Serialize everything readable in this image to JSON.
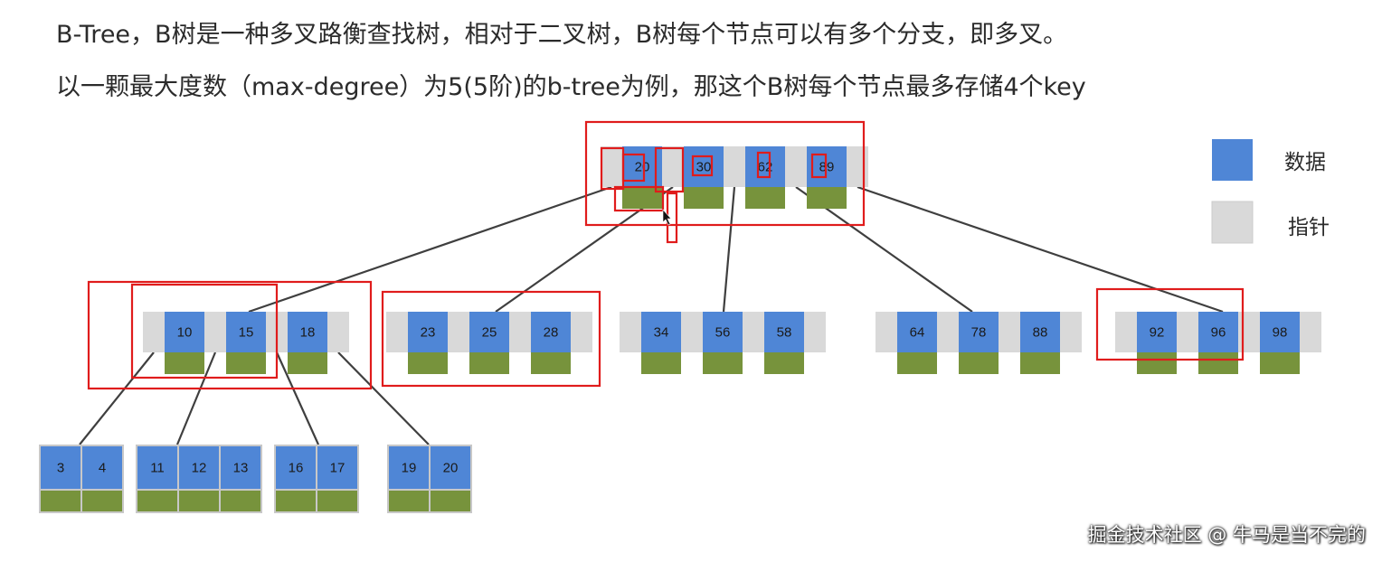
{
  "intro": {
    "line1": "B-Tree，B树是一种多叉路衡查找树，相对于二叉树，B树每个节点可以有多个分支，即多叉。",
    "line2": "以一颗最大度数（max-degree）为5(5阶)的b-tree为例，那这个B树每个节点最多存储4个key"
  },
  "legend": {
    "data_label": "数据",
    "pointer_label": "指针",
    "data_color": "#4f86d6",
    "pointer_color": "#d9d9d9"
  },
  "colors": {
    "key": "#4f86d6",
    "data_block": "#77933c",
    "pointer": "#d9d9d9",
    "highlight": "#e01c1c",
    "edge": "#3f3f3f"
  },
  "tree": {
    "root": [
      "20",
      "30",
      "62",
      "89"
    ],
    "level2": [
      [
        "10",
        "15",
        "18"
      ],
      [
        "23",
        "25",
        "28"
      ],
      [
        "34",
        "56",
        "58"
      ],
      [
        "64",
        "78",
        "88"
      ],
      [
        "92",
        "96",
        "98"
      ]
    ],
    "leaves": [
      [
        "3",
        "4"
      ],
      [
        "11",
        "12",
        "13"
      ],
      [
        "16",
        "17"
      ],
      [
        "19",
        "20"
      ]
    ]
  },
  "watermark": "掘金技术社区 @ 牛马是当不完的"
}
